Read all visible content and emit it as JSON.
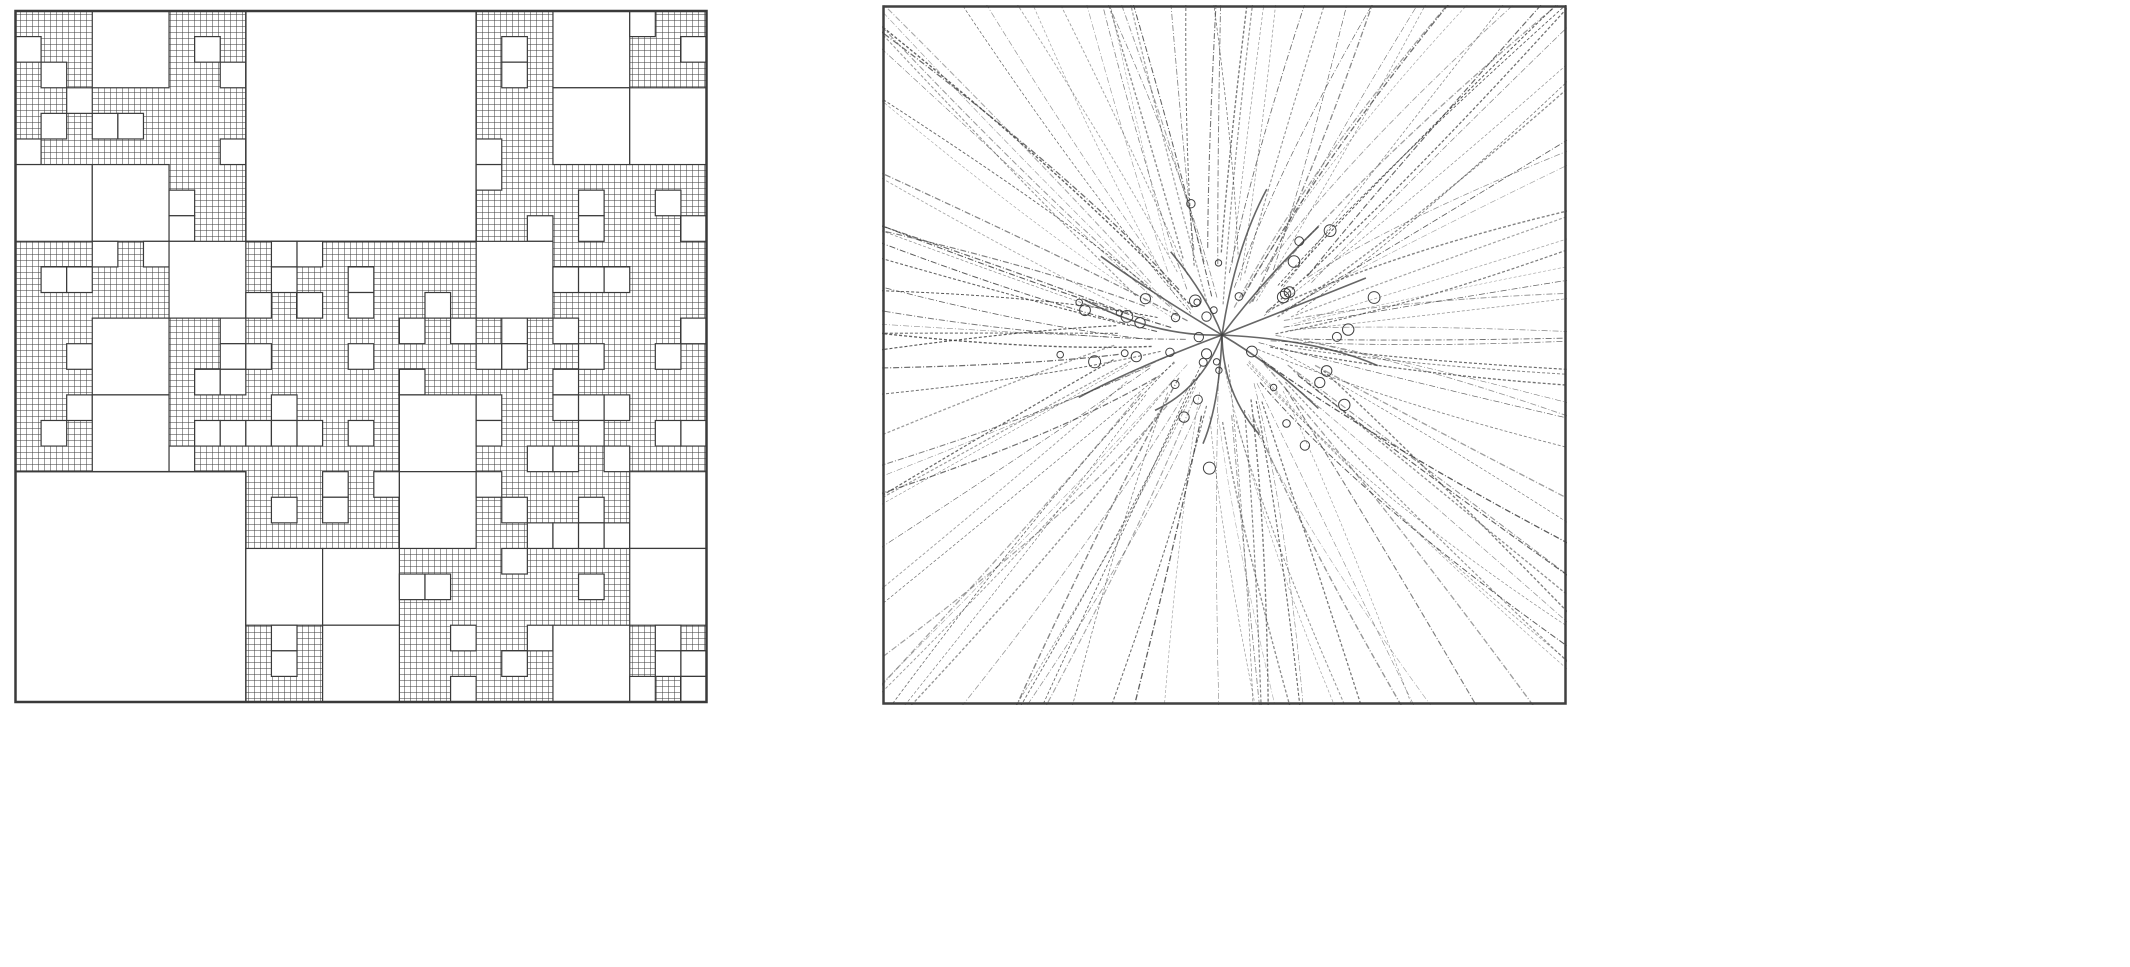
{
  "figures": [
    {
      "id": "left",
      "kind": "fractal-carpet",
      "generations": 3,
      "ink_color": "#3a3a3a",
      "background_color": "#ffffff"
    },
    {
      "id": "right",
      "kind": "field-line-pattern",
      "ink_color": "#404040",
      "background_color": "#ffffff"
    }
  ]
}
